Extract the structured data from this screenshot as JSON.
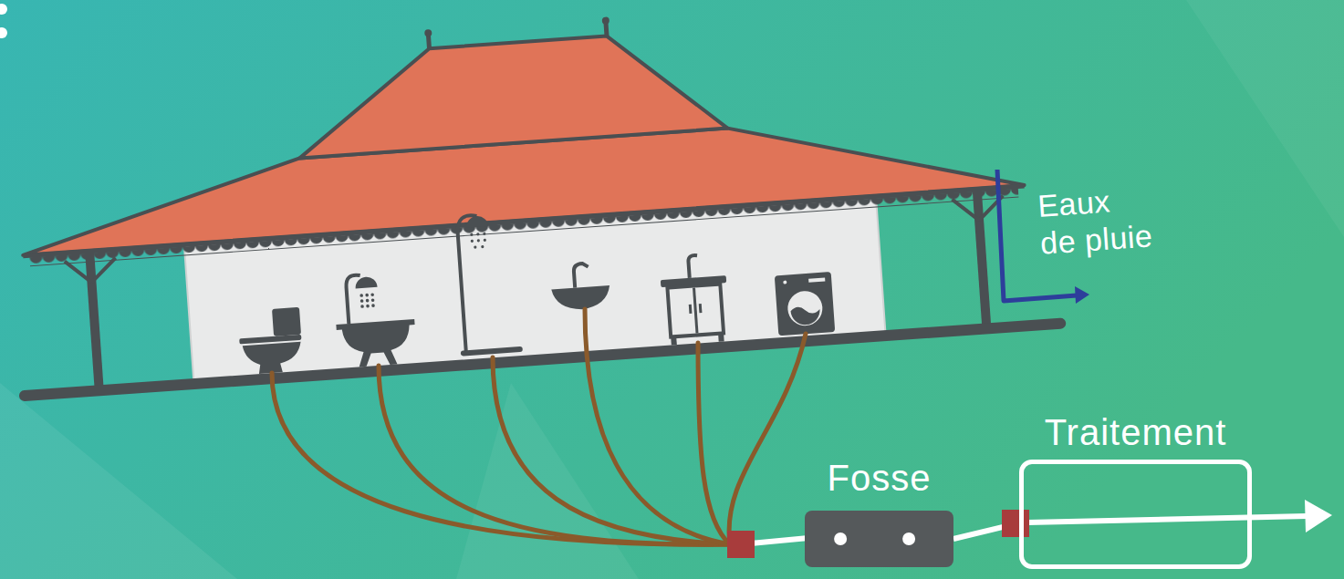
{
  "diagram": {
    "nodes": [
      {
        "text": [
          "Fosse"
        ]
      },
      {
        "text": [
          "Traitement"
        ]
      }
    ],
    "edges": [
      {
        "from": 0,
        "to": 1,
        "arrow": "none"
      }
    ],
    "labels": [
      "Eaux de pluie"
    ]
  }
}
